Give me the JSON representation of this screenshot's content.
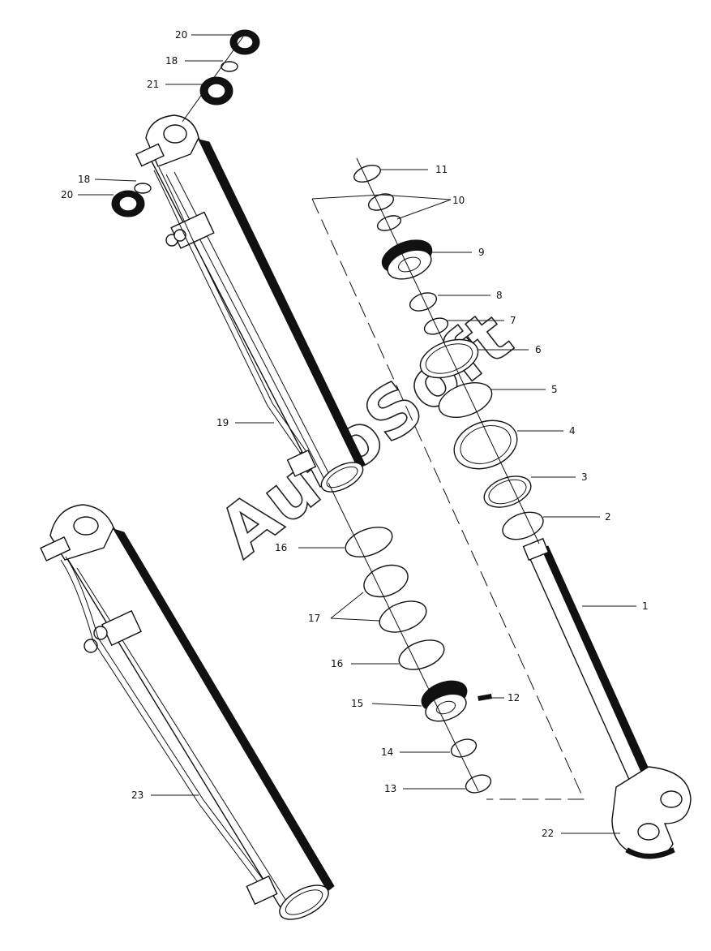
{
  "watermark": "AutoSoft",
  "labels": {
    "p1": "1",
    "p2": "2",
    "p3": "3",
    "p4": "4",
    "p5": "5",
    "p6": "6",
    "p7": "7",
    "p8": "8",
    "p9": "9",
    "p10": "10",
    "p11": "11",
    "p12": "12",
    "p13": "13",
    "p14": "14",
    "p15": "15",
    "p16a": "16",
    "p16b": "16",
    "p17": "17",
    "p18a": "18",
    "p18b": "18",
    "p19": "19",
    "p20a": "20",
    "p20b": "20",
    "p21": "21",
    "p22": "22",
    "p23": "23"
  }
}
